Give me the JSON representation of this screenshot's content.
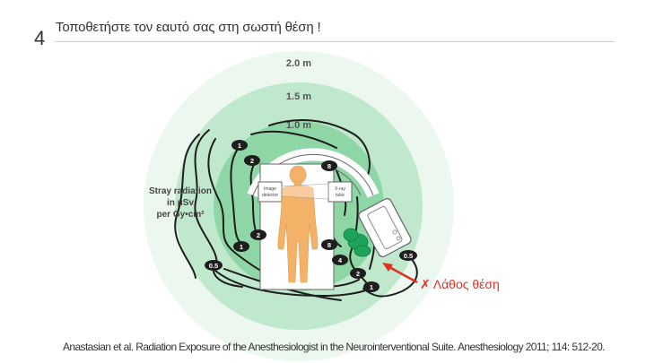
{
  "slide": {
    "number": "4",
    "title": "Τοποθετήστε τον εαυτό σας στη σωστή θέση !",
    "citation": "Anastasian et al. Radiation Exposure of the Anesthesiologist in the Neurointerventional Suite. Anesthesiology 2011; 114: 512-20."
  },
  "diagram": {
    "distance_labels": [
      "2.0 m",
      "1.5 m",
      "1.0 m"
    ],
    "legend": {
      "line1": "Stray radiation",
      "line2": "in μSv",
      "line3": "per Gy•cm²"
    },
    "image_detector": [
      "Image",
      "detector"
    ],
    "xray_tube": [
      "X-ray",
      "tube"
    ],
    "isodose_markers": [
      "1",
      "2",
      "8",
      "8",
      "2",
      "1",
      "0.5",
      "4",
      "2",
      "1",
      "0.5"
    ],
    "wrong_position": {
      "mark": "✗",
      "label": "Λάθος θέση"
    },
    "colors": {
      "ring_outer": "#ebf7ef",
      "ring_middle": "#bfe8cc",
      "ring_inner": "#8fd6a7",
      "body": "#f4b168",
      "accent_red": "#e03020",
      "legend_text": "#444444"
    }
  }
}
